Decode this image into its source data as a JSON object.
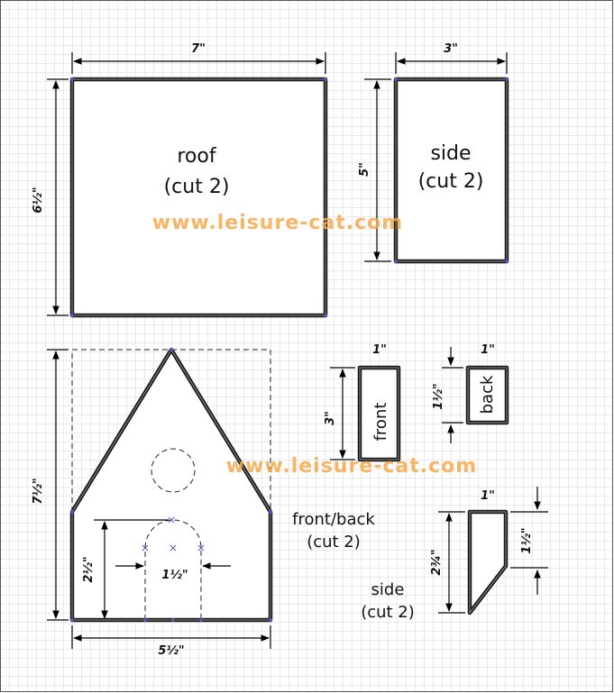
{
  "pieces": {
    "roof": {
      "label_line1": "roof",
      "label_line2": "(cut 2)",
      "width": "7\"",
      "height": "6½\""
    },
    "side_rect": {
      "label_line1": "side",
      "label_line2": "(cut 2)",
      "width": "3\"",
      "height": "5\""
    },
    "front_strip": {
      "label": "front",
      "width": "1\"",
      "height": "3\""
    },
    "back_strip": {
      "label": "back",
      "width": "1\"",
      "height": "1½\""
    },
    "front_back": {
      "label_line1": "front/back",
      "label_line2": "(cut 2)",
      "height": "7½\"",
      "width": "5½\"",
      "door_height": "2½\"",
      "door_width": "1½\""
    },
    "side_trap": {
      "label_line1": "side",
      "label_line2": "(cut 2)",
      "width": "1\"",
      "height": "2¾\"",
      "short_height": "1½\""
    }
  },
  "watermark": "www.leisure-cat.com"
}
